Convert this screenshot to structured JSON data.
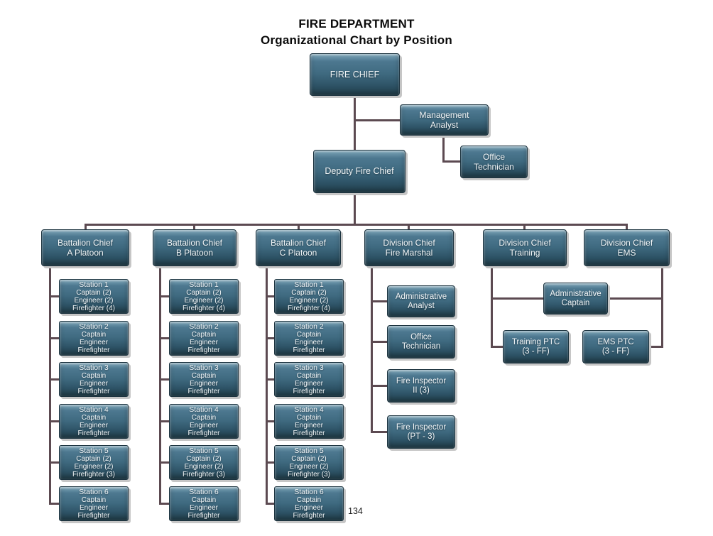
{
  "title": {
    "line1": "FIRE DEPARTMENT",
    "line2": "Organizational Chart by Position"
  },
  "page_number": "134",
  "colors": {
    "node_gradient_top": "#7fa7b9",
    "node_gradient_mid": "#3f6a80",
    "node_gradient_bottom": "#23424f",
    "node_border": "#1c333f",
    "node_text": "#f2f6f8",
    "connector": "#5c4a51",
    "drop_shadow": "#c6c6c6",
    "title_text": "#0a0a0a"
  },
  "top_nodes": {
    "fire_chief": {
      "label": "FIRE CHIEF"
    },
    "management_analyst": {
      "line1": "Management",
      "line2": "Analyst"
    },
    "office_technician": {
      "line1": "Office",
      "line2": "Technician"
    },
    "deputy_fire_chief": {
      "label": "Deputy Fire Chief"
    }
  },
  "battalions": [
    {
      "chief_line1": "Battalion Chief",
      "chief_line2": "A Platoon",
      "stations": [
        {
          "title": "Station 1",
          "roles": [
            "Captain (2)",
            "Engineer (2)",
            "Firefighter (4)"
          ]
        },
        {
          "title": "Station 2",
          "roles": [
            "Captain",
            "Engineer",
            "Firefighter"
          ]
        },
        {
          "title": "Station 3",
          "roles": [
            "Captain",
            "Engineer",
            "Firefighter"
          ]
        },
        {
          "title": "Station 4",
          "roles": [
            "Captain",
            "Engineer",
            "Firefighter"
          ]
        },
        {
          "title": "Station 5",
          "roles": [
            "Captain (2)",
            "Engineer (2)",
            "Firefighter (3)"
          ]
        },
        {
          "title": "Station 6",
          "roles": [
            "Captain",
            "Engineer",
            "Firefighter"
          ]
        }
      ]
    },
    {
      "chief_line1": "Battalion Chief",
      "chief_line2": "B Platoon",
      "stations": [
        {
          "title": "Station 1",
          "roles": [
            "Captain (2)",
            "Engineer (2)",
            "Firefighter (4)"
          ]
        },
        {
          "title": "Station 2",
          "roles": [
            "Captain",
            "Engineer",
            "Firefighter"
          ]
        },
        {
          "title": "Station 3",
          "roles": [
            "Captain",
            "Engineer",
            "Firefighter"
          ]
        },
        {
          "title": "Station 4",
          "roles": [
            "Captain",
            "Engineer",
            "Firefighter"
          ]
        },
        {
          "title": "Station 5",
          "roles": [
            "Captain (2)",
            "Engineer (2)",
            "Firefighter (3)"
          ]
        },
        {
          "title": "Station 6",
          "roles": [
            "Captain",
            "Engineer",
            "Firefighter"
          ]
        }
      ]
    },
    {
      "chief_line1": "Battalion Chief",
      "chief_line2": "C Platoon",
      "stations": [
        {
          "title": "Station 1",
          "roles": [
            "Captain (2)",
            "Engineer (2)",
            "Firefighter (4)"
          ]
        },
        {
          "title": "Station 2",
          "roles": [
            "Captain",
            "Engineer",
            "Firefighter"
          ]
        },
        {
          "title": "Station 3",
          "roles": [
            "Captain",
            "Engineer",
            "Firefighter"
          ]
        },
        {
          "title": "Station 4",
          "roles": [
            "Captain",
            "Engineer",
            "Firefighter"
          ]
        },
        {
          "title": "Station 5",
          "roles": [
            "Captain (2)",
            "Engineer (2)",
            "Firefighter (3)"
          ]
        },
        {
          "title": "Station 6",
          "roles": [
            "Captain",
            "Engineer",
            "Firefighter"
          ]
        }
      ]
    }
  ],
  "fire_marshal": {
    "chief_line1": "Division Chief",
    "chief_line2": "Fire Marshal",
    "children": [
      {
        "line1": "Administrative",
        "line2": "Analyst"
      },
      {
        "line1": "Office",
        "line2": "Technician"
      },
      {
        "line1": "Fire Inspector",
        "line2": "II (3)"
      },
      {
        "line1": "Fire Inspector",
        "line2": "(PT - 3)"
      }
    ]
  },
  "training": {
    "chief_line1": "Division Chief",
    "chief_line2": "Training"
  },
  "ems": {
    "chief_line1": "Division Chief",
    "chief_line2": "EMS"
  },
  "shared": {
    "administrative_captain": {
      "line1": "Administrative",
      "line2": "Captain"
    },
    "training_ptc": {
      "line1": "Training PTC",
      "line2": "(3 - FF)"
    },
    "ems_ptc": {
      "line1": "EMS PTC",
      "line2": "(3 - FF)"
    }
  }
}
